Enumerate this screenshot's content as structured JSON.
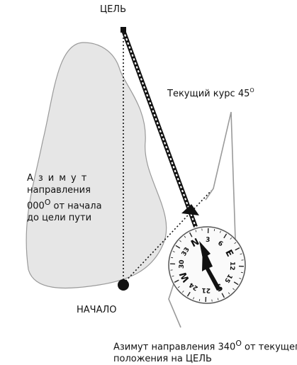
{
  "labels": {
    "target": "ЦЕЛЬ",
    "start": "НАЧАЛО",
    "current_course": "Текущий курс 45",
    "degree_mark": "O",
    "azimuth_word": "Азимут",
    "azimuth_line2": "направления",
    "azimuth_value": "000",
    "azimuth_line3_rest": " от начала",
    "azimuth_line4": "до цели пути",
    "bottom_line1_a": "Азимут направления 340",
    "bottom_line1_b": " от текущего",
    "bottom_line2": "положения на ЦЕЛЬ"
  },
  "compass": {
    "dial_labels": [
      "N",
      "3",
      "6",
      "E",
      "12",
      "15",
      "S",
      "21",
      "24",
      "W",
      "30",
      "33"
    ]
  },
  "colors": {
    "land": "#e6e6e6",
    "outline": "#9a9a9a",
    "ink": "#111111"
  }
}
